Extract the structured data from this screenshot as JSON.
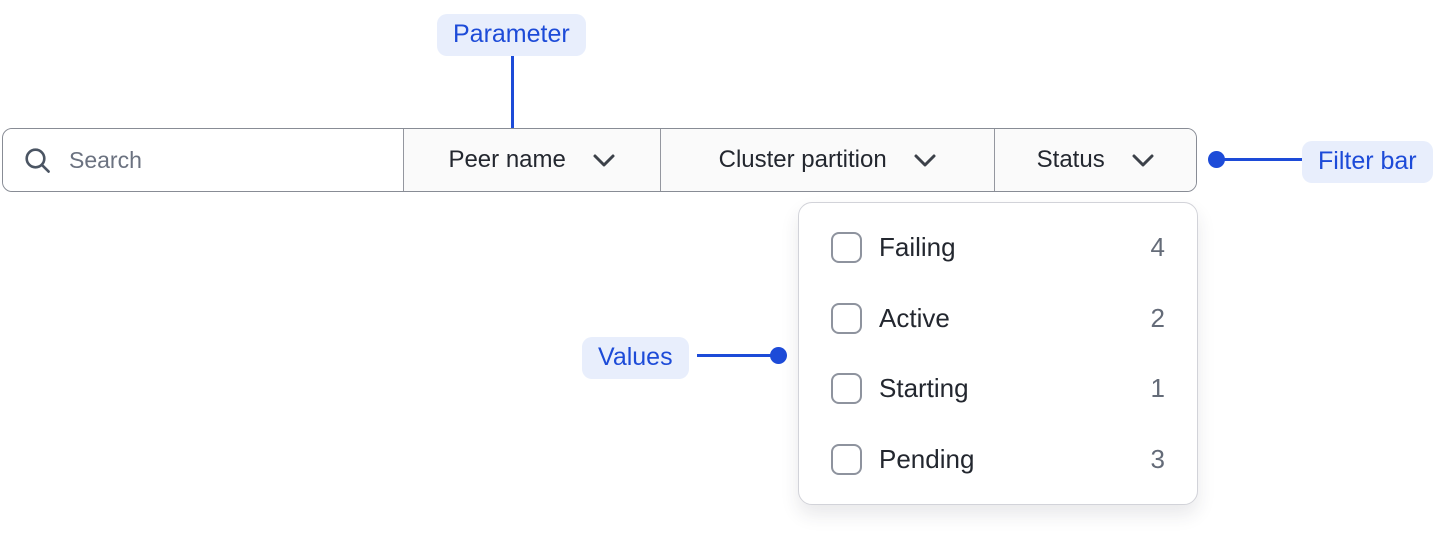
{
  "colors": {
    "accent_blue": "#1d4bd8",
    "badge_background": "#e8eefc",
    "bar_border": "#888c95",
    "section_background": "#fafafa",
    "text_dark": "#23272f",
    "text_gray": "#646b78"
  },
  "annotations": {
    "parameter": {
      "label": "Parameter"
    },
    "filter_bar": {
      "label": "Filter bar"
    },
    "values": {
      "label": "Values"
    }
  },
  "filter_bar": {
    "search": {
      "placeholder": "Search",
      "value": ""
    },
    "dropdowns": [
      {
        "label": "Peer name"
      },
      {
        "label": "Cluster partition"
      },
      {
        "label": "Status",
        "expanded": true
      }
    ]
  },
  "status_menu": {
    "options": [
      {
        "label": "Failing",
        "count": 4,
        "checked": false
      },
      {
        "label": "Active",
        "count": 2,
        "checked": false
      },
      {
        "label": "Starting",
        "count": 1,
        "checked": false
      },
      {
        "label": "Pending",
        "count": 3,
        "checked": false
      }
    ]
  }
}
